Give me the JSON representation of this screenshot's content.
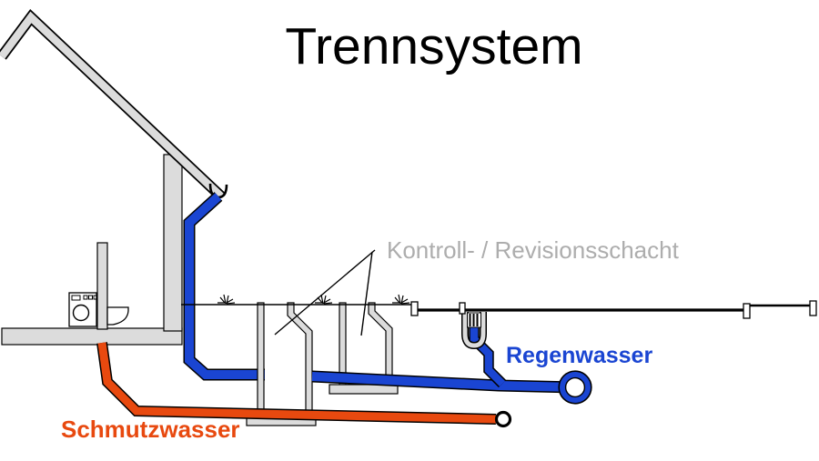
{
  "title": "Trennsystem",
  "labels": {
    "shaft": "Kontroll- / Revisionsschacht",
    "rainwater": "Regenwasser",
    "sewage": "Schmutzwasser"
  },
  "colors": {
    "rainwater_blue": "#1a45d2",
    "sewage_orange": "#e8490f",
    "structure_gray": "#dcdcdc",
    "outline_black": "#000000",
    "shaft_label_gray": "#adadad",
    "background": "#ffffff"
  }
}
